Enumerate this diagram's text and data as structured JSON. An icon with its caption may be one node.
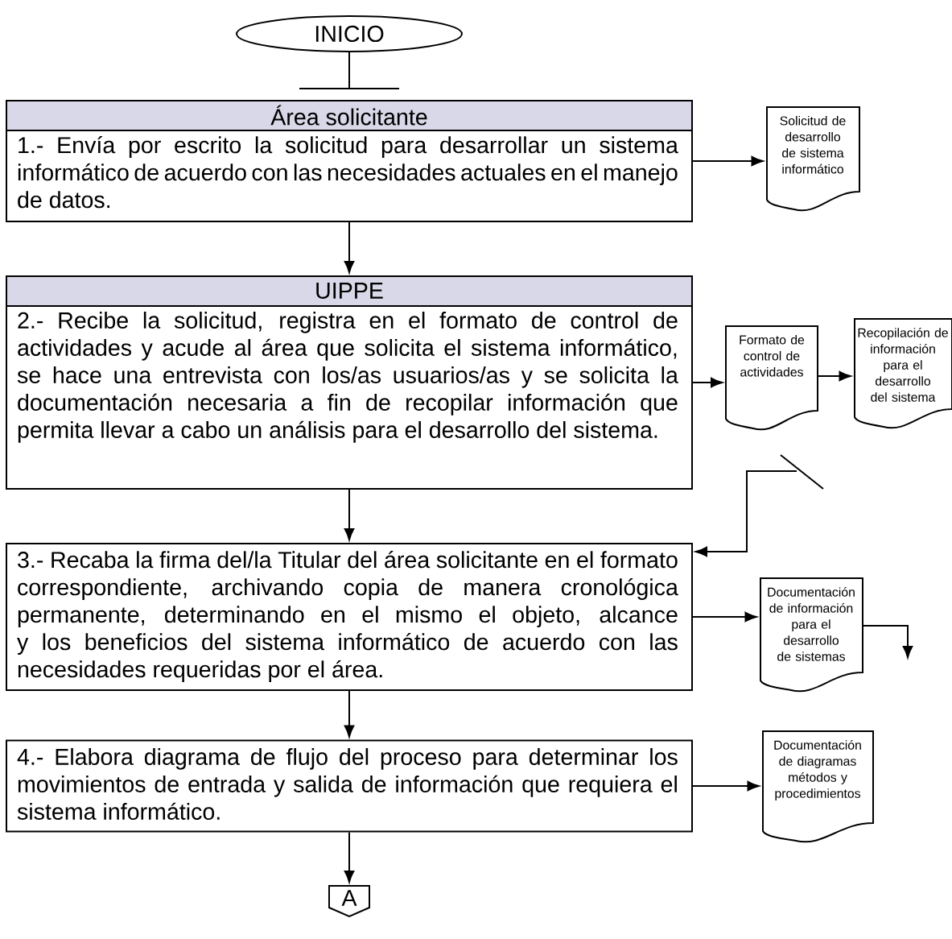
{
  "diagram": {
    "nodes": [
      {
        "text": [
          "INICIO"
        ]
      },
      {
        "text": [
          "Área solicitante",
          "1.- Envía por escrito la solicitud para desarrollar un sistema informático de acuerdo con las necesidades actuales en el manejo de datos."
        ]
      },
      {
        "text": [
          "Solicitud de desarrollo de sistema informático"
        ]
      },
      {
        "text": [
          "UIPPE",
          "2.- Recibe la solicitud, registra en el formato de control de actividades y acude al área que solicita el sistema informático, se hace una entrevista con los/as usuarios/as y se solicita la documentación necesaria a fin de recopilar información que permita llevar a cabo un análisis para el desarrollo del sistema."
        ]
      },
      {
        "text": [
          "Formato de control de actividades"
        ]
      },
      {
        "text": [
          "Recopilación de información para el desarrollo del sistema"
        ]
      },
      {
        "text": [
          "3.- Recaba la firma del/la Titular del área solicitante en el formato correspondiente, archivando copia de manera cronológica permanente, determinando en el mismo el objeto, alcance y los beneficios del sistema informático de acuerdo con las necesidades requeridas por el área."
        ]
      },
      {
        "text": [
          "Documentación de información para el desarrollo de sistemas"
        ]
      },
      {
        "text": [
          "4.- Elabora diagrama de flujo del proceso para determinar los movimientos de entrada y salida de información que requiera el sistema informático."
        ]
      },
      {
        "text": [
          "Documentación de diagramas métodos y procedimientos"
        ]
      },
      {
        "text": [
          "A"
        ]
      }
    ],
    "edges": [
      {
        "from": 0,
        "to": 1,
        "arrow": "none"
      },
      {
        "from": 1,
        "to": 2,
        "arrow": "to"
      },
      {
        "from": 1,
        "to": 3,
        "arrow": "to"
      },
      {
        "from": 3,
        "to": 4,
        "arrow": "to"
      },
      {
        "from": 4,
        "to": 5,
        "arrow": "to"
      },
      {
        "from": 3,
        "to": 6,
        "arrow": "to"
      },
      {
        "from": null,
        "to": 6,
        "arrow": "to"
      },
      {
        "from": 6,
        "to": 7,
        "arrow": "to"
      },
      {
        "from": 7,
        "to": null,
        "arrow": "to"
      },
      {
        "from": 6,
        "to": 8,
        "arrow": "to"
      },
      {
        "from": 8,
        "to": 9,
        "arrow": "to"
      },
      {
        "from": 8,
        "to": 10,
        "arrow": "to"
      }
    ]
  }
}
